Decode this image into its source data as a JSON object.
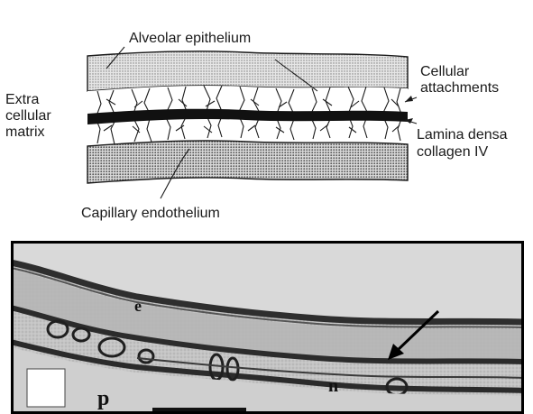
{
  "schematic": {
    "labels": {
      "alveolar_epithelium": "Alveolar epithelium",
      "extracellular_matrix": [
        "Extra",
        "cellular",
        "matrix"
      ],
      "cellular_attachments": [
        "Cellular",
        "attachments"
      ],
      "lamina_densa": [
        "Lamina densa",
        "collagen IV"
      ],
      "capillary_endothelium": "Capillary endothelium"
    },
    "colors": {
      "epithelium_fill": "#cfcfcf",
      "endothelium_fill": "#bdbdbd",
      "lamina_densa": "#111111",
      "lines": "#1a1a1a"
    }
  },
  "micrograph": {
    "labels": {
      "e": "e",
      "n": "n",
      "p": "p"
    },
    "colors": {
      "frame": "#000000",
      "background": "#c9c9c9",
      "membrane": "#2e2e2e"
    }
  }
}
